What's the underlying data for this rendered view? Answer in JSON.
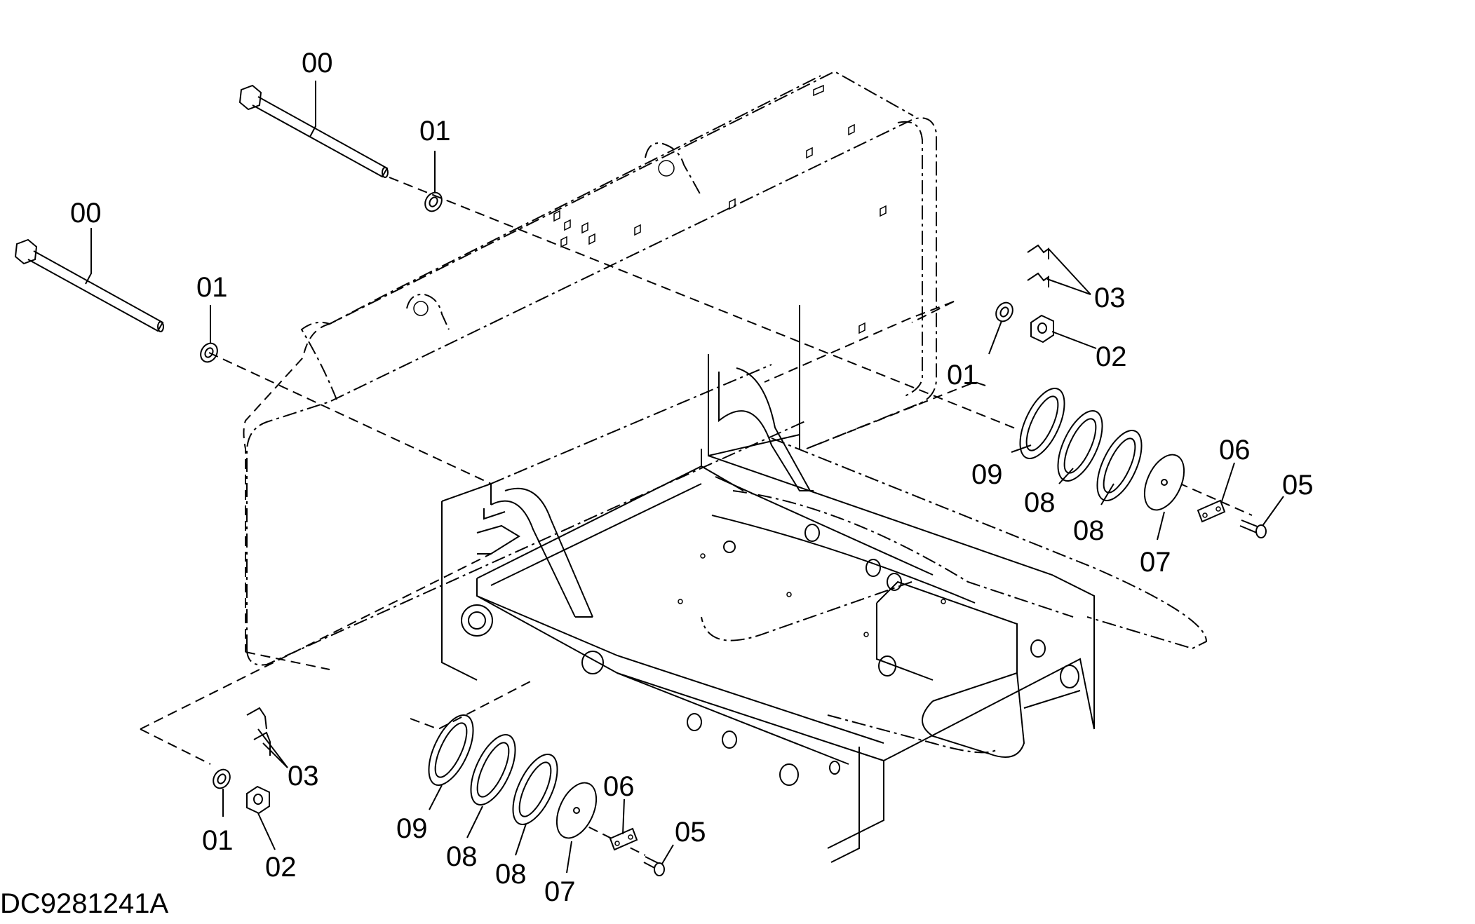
{
  "drawing_code": "DC9281241A",
  "labels": {
    "bolt_upper": "00",
    "bolt_lower": "00",
    "washer_upper": "01",
    "washer_left": "01",
    "washer_right": "01",
    "washer_bottom": "01",
    "clip_right": "03",
    "clip_left": "03",
    "nut_right": "02",
    "nut_left": "02",
    "shim09_right": "09",
    "shim08a_right": "08",
    "shim08b_right": "08",
    "plate07_right": "07",
    "lockplate06_right": "06",
    "bolt05_right": "05",
    "shim09_left": "09",
    "shim08a_left": "08",
    "shim08b_left": "08",
    "plate07_left": "07",
    "lockplate06_left": "06",
    "bolt05_left": "05"
  }
}
